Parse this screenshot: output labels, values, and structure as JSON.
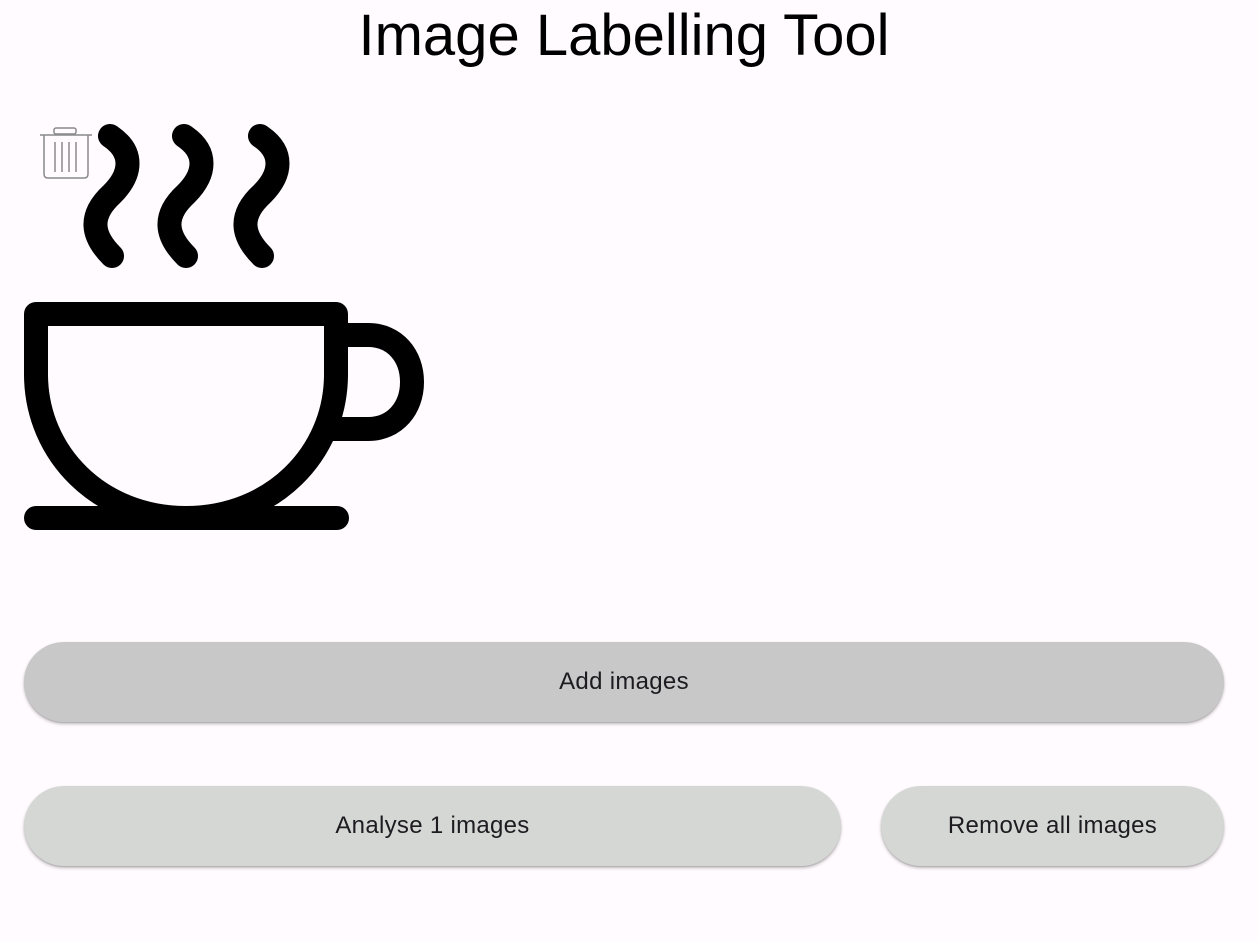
{
  "header": {
    "title": "Image Labelling Tool"
  },
  "images": [
    {
      "icon": "coffee-cup-icon",
      "delete_icon": "trash-icon"
    }
  ],
  "actions": {
    "add_label": "Add images",
    "analyse_label": "Analyse 1 images",
    "remove_label": "Remove all images"
  },
  "colors": {
    "background": "#fffbfe",
    "add_button": "#c7c8c7",
    "secondary_button": "#d5d7d5",
    "text": "#1d1b20"
  }
}
